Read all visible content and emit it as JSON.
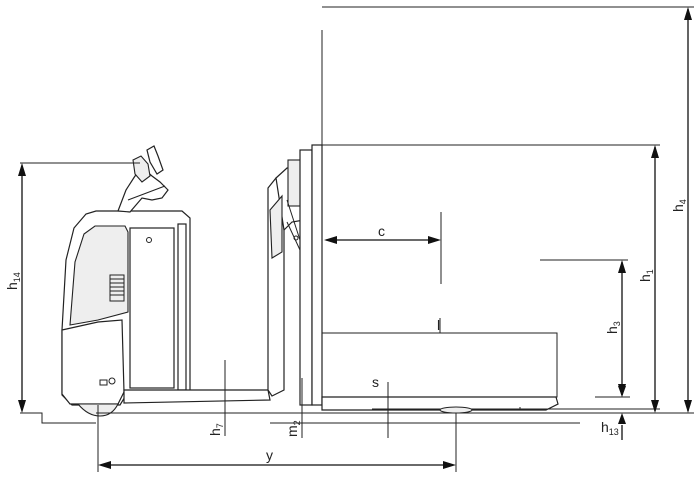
{
  "labels": {
    "h14": "h14",
    "h4": "h4",
    "h1": "h1",
    "h3": "h3",
    "h13": "h13",
    "c": "c",
    "l": "l",
    "s": "s",
    "h7": "h7",
    "m2": "m2",
    "y": "y"
  },
  "colors": {
    "line": "#111111",
    "fill": "#eeeeee"
  }
}
